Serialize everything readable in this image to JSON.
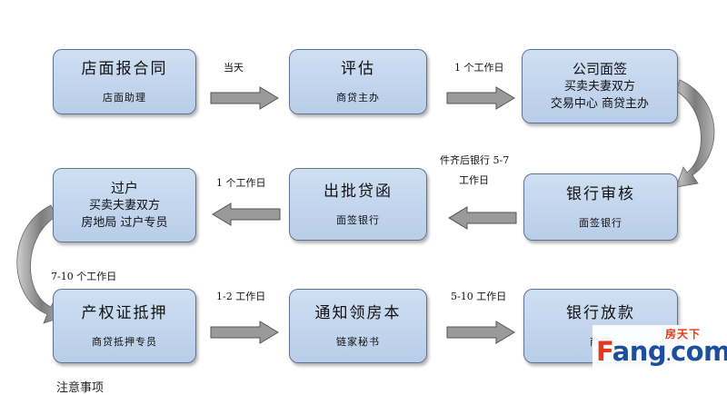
{
  "boxes": {
    "contract": {
      "title": "店面报合同",
      "sub": "店面助理"
    },
    "appraisal": {
      "title": "评估",
      "sub": "商贷主办"
    },
    "signing": {
      "title": "公司面签",
      "line2": "买卖夫妻双方",
      "line3": "交易中心  商贷主办"
    },
    "bank_review": {
      "title": "银行审核",
      "sub": "面签银行"
    },
    "approval_letter": {
      "title": "出批贷函",
      "sub": "面签银行"
    },
    "transfer": {
      "title": "过户",
      "line2": "买卖夫妻双方",
      "line3": "房地局 过户专员"
    },
    "mortgage": {
      "title": "产权证抵押",
      "sub": "商贷抵押专员"
    },
    "certificate": {
      "title": "通知领房本",
      "sub": "链家秘书"
    },
    "loan": {
      "title": "银行放款",
      "sub": "商贷"
    }
  },
  "labels": {
    "same_day": "当天",
    "one_day_a": "1 个工作日",
    "bank_days_1": "件齐后银行 5-7",
    "bank_days_2": "工作日",
    "one_day_b": "1 个工作日",
    "seven_ten": "7-10 个工作日",
    "one_two": "1-2 工作日",
    "five_ten": "5-10 工作日"
  },
  "watermark": {
    "brand_cn": "房天下",
    "brand_f": "F",
    "brand_rest": "ang",
    "brand_dot": ".",
    "brand_com": "com"
  },
  "footer": {
    "text": "注意事项"
  },
  "colors": {
    "box_fill": "#c4d6ee",
    "box_border": "#5e7391",
    "arrow_fill": "#9a9a9a",
    "brand_red": "#e8361a",
    "brand_blue": "#1d4f9c"
  }
}
